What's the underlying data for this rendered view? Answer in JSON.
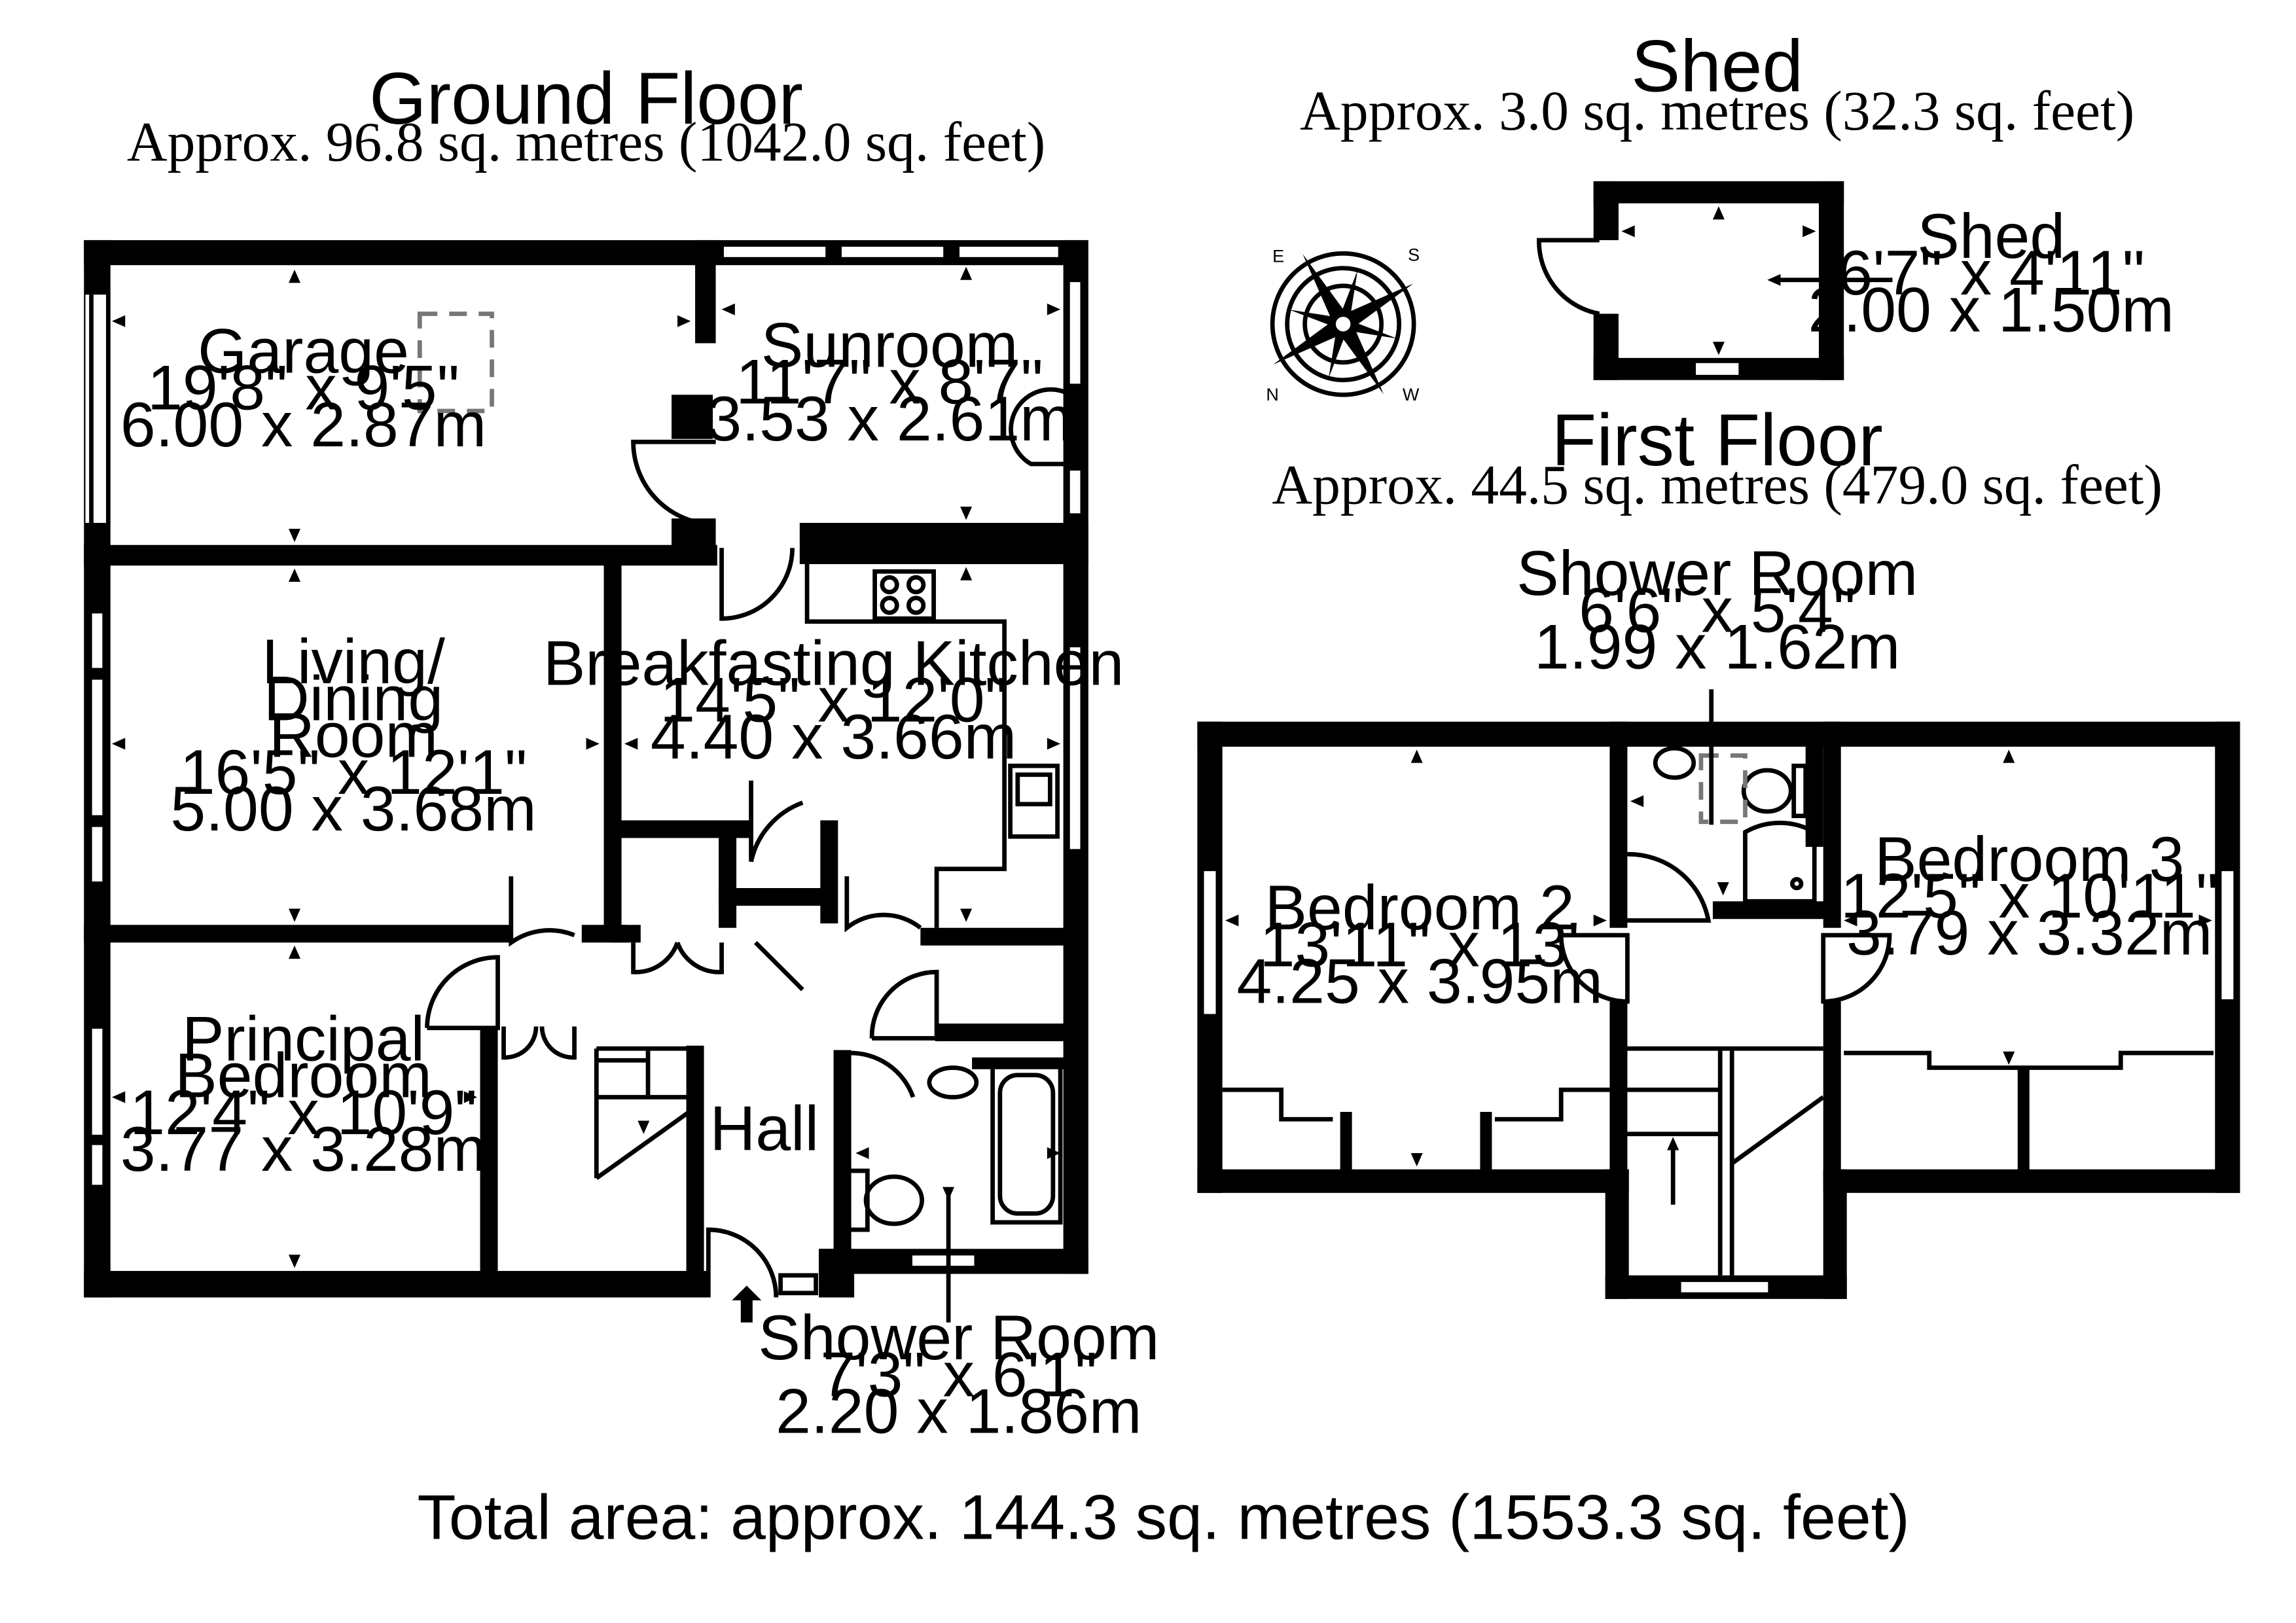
{
  "ground_floor": {
    "title": "Ground Floor",
    "area": "Approx. 96.8 sq. metres (1042.0 sq. feet)",
    "rooms": {
      "garage": {
        "name": [
          "Garage"
        ],
        "imperial": "19'8\" x 9'5\"",
        "metric": "6.00 x 2.87m"
      },
      "sunroom": {
        "name": [
          "Sunroom"
        ],
        "imperial": "11'7\" x 8'7\"",
        "metric": "3.53 x 2.61m"
      },
      "living": {
        "name": [
          "Living/",
          "Dining",
          "Room"
        ],
        "imperial": "16'5\" x 12'1\"",
        "metric": "5.00 x 3.68m"
      },
      "kitchen": {
        "name": [
          "Breakfasting Kitchen"
        ],
        "imperial": "14'5\" x 12'0\"",
        "metric": "4.40 x 3.66m"
      },
      "principal": {
        "name": [
          "Principal",
          "Bedroom"
        ],
        "imperial": "12'4\" x 10'9\"",
        "metric": "3.77 x 3.28m"
      },
      "hall": {
        "name": [
          "Hall"
        ]
      },
      "shower": {
        "name": [
          "Shower Room"
        ],
        "imperial": "7'3\" x 6'1\"",
        "metric": "2.20 x 1.86m"
      }
    }
  },
  "shed": {
    "title": "Shed",
    "area": "Approx. 3.0 sq. metres (32.3 sq. feet)",
    "room": {
      "name": [
        "Shed"
      ],
      "imperial": "6'7\" x 4'11\"",
      "metric": "2.00 x 1.50m"
    }
  },
  "first_floor": {
    "title": "First Floor",
    "area": "Approx. 44.5 sq. metres (479.0 sq. feet)",
    "rooms": {
      "shower": {
        "name": [
          "Shower Room"
        ],
        "imperial": "6'6\" x 5'4\"",
        "metric": "1.99 x 1.62m"
      },
      "bedroom2": {
        "name": [
          "Bedroom 2"
        ],
        "imperial": "13'11\" x 13'",
        "metric": "4.25 x 3.95m"
      },
      "bedroom3": {
        "name": [
          "Bedroom 3"
        ],
        "imperial": "12'5\" x 10'11\"",
        "metric": "3.79 x 3.32m"
      }
    }
  },
  "compass": {
    "letters": [
      "N",
      "E",
      "S",
      "W"
    ]
  },
  "total_area": "Total area: approx. 144.3 sq. metres (1553.3 sq. feet)"
}
